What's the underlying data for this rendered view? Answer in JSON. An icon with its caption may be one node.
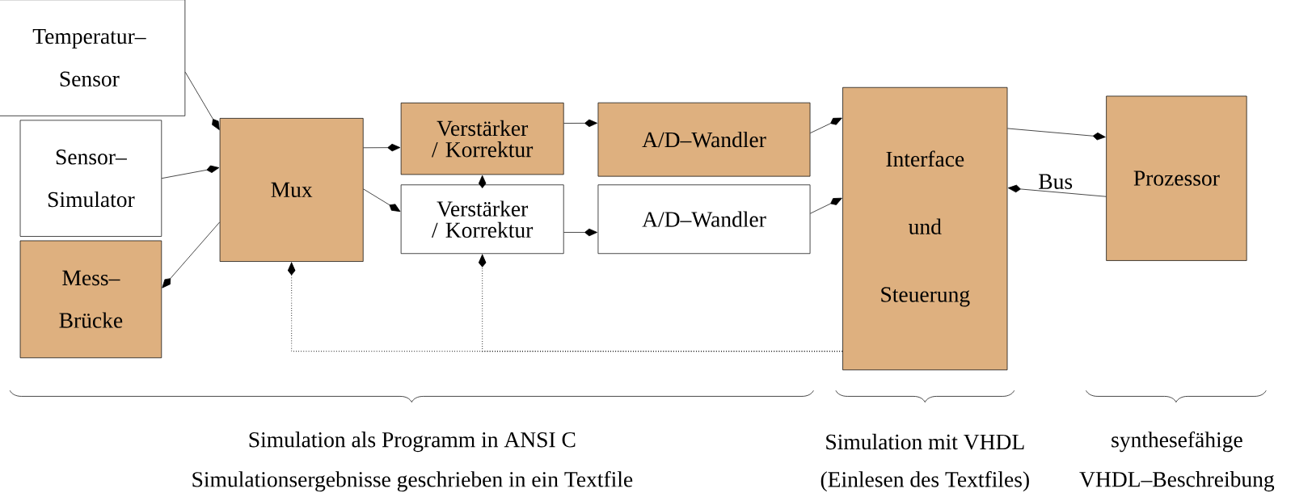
{
  "diagram": {
    "nodes": [
      {
        "text": [
          "Temperatur– Sensor"
        ]
      },
      {
        "text": [
          "Sensor– Simulator"
        ]
      },
      {
        "text": [
          "Mess– Brücke"
        ]
      },
      {
        "text": [
          "Mux"
        ]
      },
      {
        "text": [
          "Verstärker / Korrektur"
        ]
      },
      {
        "text": [
          "Verstärker / Korrektur"
        ]
      },
      {
        "text": [
          "A/D–Wandler"
        ]
      },
      {
        "text": [
          "A/D–Wandler"
        ]
      },
      {
        "text": [
          "Interface und Steuerung"
        ]
      },
      {
        "text": [
          "Prozessor"
        ]
      }
    ],
    "edges": [
      {
        "from": 0,
        "to": 3,
        "arrow": "to"
      },
      {
        "from": 1,
        "to": 3,
        "arrow": "to"
      },
      {
        "from": 3,
        "to": 2,
        "arrow": "to"
      },
      {
        "from": 3,
        "to": 4,
        "arrow": "to"
      },
      {
        "from": 3,
        "to": 5,
        "arrow": "to"
      },
      {
        "from": 5,
        "to": 4,
        "arrow": "to"
      },
      {
        "from": 4,
        "to": 6,
        "arrow": "to"
      },
      {
        "from": 5,
        "to": 7,
        "arrow": "to"
      },
      {
        "from": 6,
        "to": 8,
        "arrow": "to"
      },
      {
        "from": 7,
        "to": 8,
        "arrow": "to"
      },
      {
        "from": 8,
        "to": 9,
        "arrow": "to"
      },
      {
        "from": 9,
        "to": 8,
        "arrow": "to"
      },
      {
        "from": 8,
        "to": 3,
        "arrow": "to",
        "style": "dashed"
      },
      {
        "from": 8,
        "to": 5,
        "arrow": "to",
        "style": "dashed"
      }
    ],
    "labels": [
      "Bus",
      "Simulation als Programm in ANSI C",
      "Simulation mit VHDL",
      "synthesefähige",
      "Simulationsergebnisse geschrieben in ein Textfile",
      "(Einlesen des Textfiles)",
      "VHDL–Beschreibung"
    ]
  }
}
